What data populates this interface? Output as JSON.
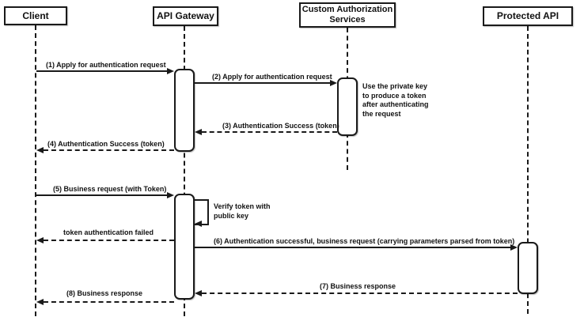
{
  "participants": [
    {
      "label": "Client"
    },
    {
      "label": "API Gateway"
    },
    {
      "label": "Custom Authorization Services"
    },
    {
      "label": "Protected API"
    }
  ],
  "messages": [
    {
      "label": "(1) Apply for authentication request",
      "from": "Client",
      "to": "API Gateway",
      "style": "solid"
    },
    {
      "label": "(2) Apply for authentication request",
      "from": "API Gateway",
      "to": "Custom Authorization Services",
      "style": "solid"
    },
    {
      "label": "(3) Authentication Success (token)",
      "from": "Custom Authorization Services",
      "to": "API Gateway",
      "style": "dashed"
    },
    {
      "label": "(4) Authentication Success (token)",
      "from": "API Gateway",
      "to": "Client",
      "style": "dashed"
    },
    {
      "label": "(5) Business request (with Token)",
      "from": "Client",
      "to": "API Gateway",
      "style": "solid"
    },
    {
      "label": "Verify token with public key",
      "from": "API Gateway",
      "to": "API Gateway",
      "style": "self"
    },
    {
      "label": "token authentication failed",
      "from": "API Gateway",
      "to": "Client",
      "style": "dashed"
    },
    {
      "label": "(6) Authentication successful, business request (carrying parameters parsed from token)",
      "from": "API Gateway",
      "to": "Protected API",
      "style": "solid"
    },
    {
      "label": "(7) Business response",
      "from": "Protected API",
      "to": "API Gateway",
      "style": "dashed"
    },
    {
      "label": "(8) Business response",
      "from": "API Gateway",
      "to": "Client",
      "style": "dashed"
    }
  ],
  "notes": [
    {
      "label": "Use the private key to produce a token after authenticating the request"
    }
  ],
  "colors": {
    "line": "#1a1a1a",
    "background": "#ffffff"
  }
}
